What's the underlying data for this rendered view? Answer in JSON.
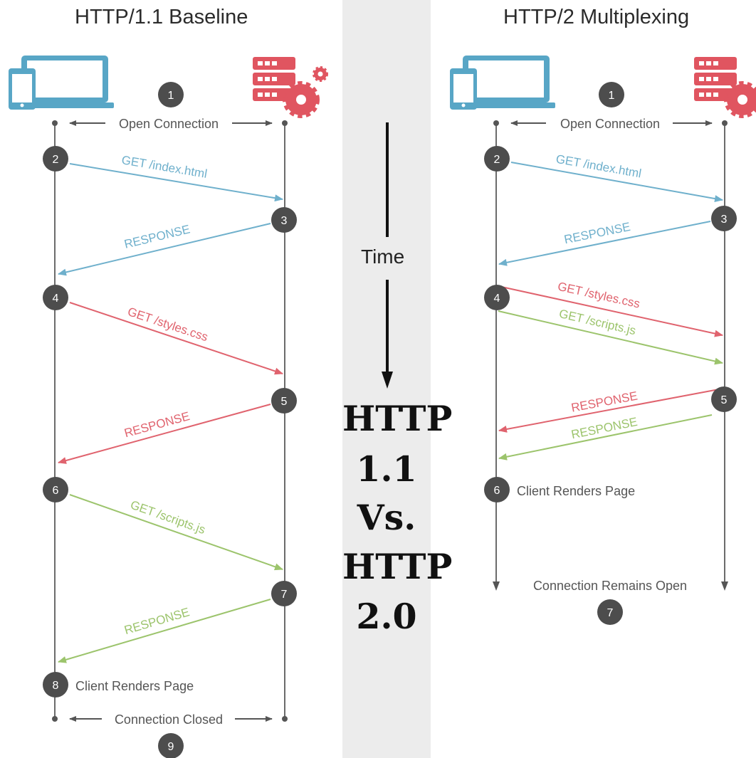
{
  "colors": {
    "client_blue": "#58a6c6",
    "server_red": "#e05560",
    "blue_arrow": "#6fb0cc",
    "red_arrow": "#e0636e",
    "green_arrow": "#9cc46c",
    "step_circle": "#4d4d4d",
    "timeline": "#6b6b6b"
  },
  "icons": {
    "client": "laptop-phone-icon",
    "server": "server-gear-icon"
  },
  "left": {
    "title": "HTTP/1.1 Baseline",
    "open_connection": "Open Connection",
    "client_renders": "Client Renders Page",
    "connection_closed": "Connection Closed",
    "steps": [
      "1",
      "2",
      "3",
      "4",
      "5",
      "6",
      "7",
      "8",
      "9"
    ],
    "messages": {
      "get_index": "GET /index.html",
      "response_1": "RESPONSE",
      "get_styles": "GET /styles.css",
      "response_2": "RESPONSE",
      "get_scripts": "GET /scripts.js",
      "response_3": "RESPONSE"
    }
  },
  "right": {
    "title": "HTTP/2 Multiplexing",
    "open_connection": "Open Connection",
    "client_renders": "Client Renders Page",
    "connection_open": "Connection Remains Open",
    "steps": [
      "1",
      "2",
      "3",
      "4",
      "5",
      "6",
      "7"
    ],
    "messages": {
      "get_index": "GET /index.html",
      "response_1": "RESPONSE",
      "get_styles": "GET /styles.css",
      "get_scripts": "GET /scripts.js",
      "response_styles": "RESPONSE",
      "response_scripts": "RESPONSE"
    }
  },
  "center": {
    "time_label": "Time",
    "versus_lines": [
      "HTTP",
      "1.1",
      "Vs.",
      "HTTP",
      "2.0"
    ]
  }
}
